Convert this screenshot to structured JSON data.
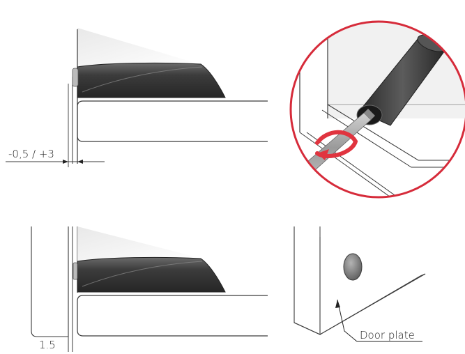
{
  "labels": {
    "tolerance": "-0,5 / +3",
    "gap": "1.5",
    "door_plate": "Door plate"
  },
  "colors": {
    "outline": "#3a3a3a",
    "housing_dark": "#2f2f2f",
    "housing_light": "#5a5a5a",
    "cabinet_shade": "#eeeeee",
    "screwdriver": "#a9a9a9",
    "rotation_arrow": "#e0343f",
    "magnifier_ring": "#d62b3a",
    "door_plate_metal": "#7a7a7a"
  },
  "icons": {
    "adjust_arrow": "arrow-icon",
    "pointer": "leader-arrow-icon"
  }
}
